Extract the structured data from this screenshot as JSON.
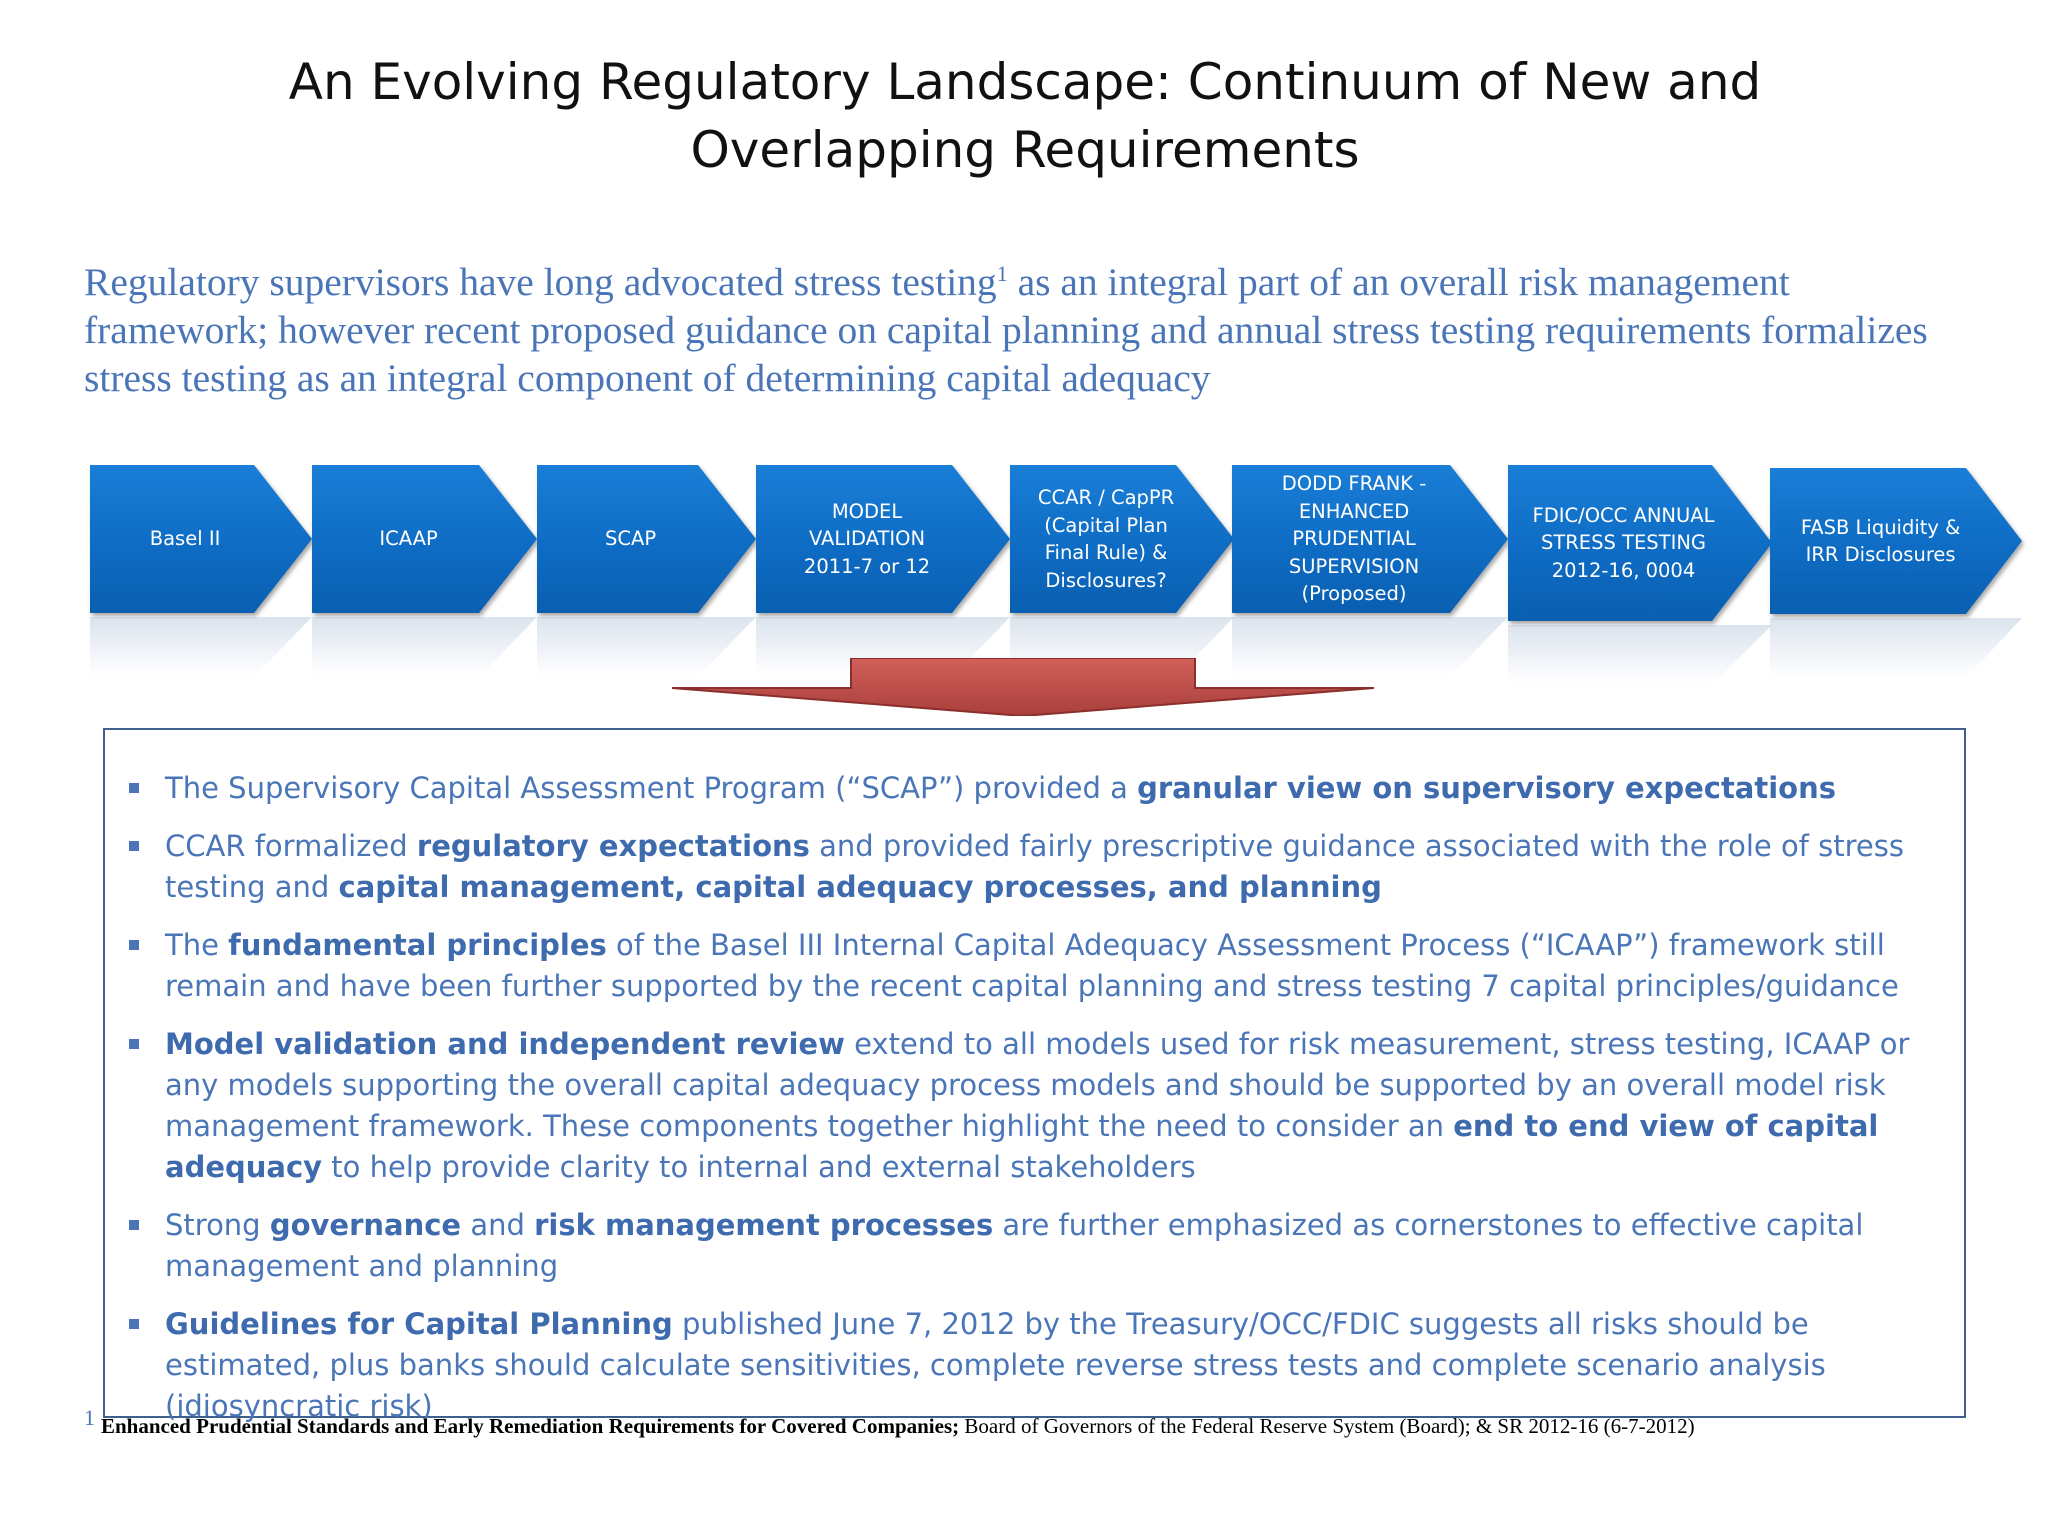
{
  "title": "An Evolving Regulatory Landscape: Continuum of New and Overlapping Requirements",
  "intro": {
    "before_sup": "Regulatory supervisors have long advocated stress testing",
    "sup": "1",
    "after_sup": " as an integral part of an overall risk management framework; however recent proposed guidance on capital planning and annual stress testing requirements formalizes stress testing as an integral component of determining capital adequacy"
  },
  "steps": [
    {
      "label": "Basel II"
    },
    {
      "label": "ICAAP"
    },
    {
      "label": "SCAP"
    },
    {
      "label": "MODEL\nVALIDATION\n2011-7 or 12"
    },
    {
      "label": "CCAR / CapPR\n(Capital Plan\nFinal Rule) &\nDisclosures?"
    },
    {
      "label": "DODD FRANK -\nENHANCED\nPRUDENTIAL\nSUPERVISION\n(Proposed)"
    },
    {
      "label": "FDIC/OCC ANNUAL\nSTRESS TESTING\n2012-16, 0004"
    },
    {
      "label": "FASB Liquidity &\nIRR Disclosures"
    }
  ],
  "colors": {
    "step_blue": "#0e6cc4",
    "arrow_red": "#c0504d",
    "text_blue": "#4a76b8",
    "box_border": "#3f5f8f"
  },
  "bullets": [
    [
      {
        "t": "The Supervisory Capital Assessment Program (“SCAP”) provided a ",
        "b": false
      },
      {
        "t": "granular view on supervisory expectations",
        "b": true
      }
    ],
    [
      {
        "t": "CCAR formalized ",
        "b": false
      },
      {
        "t": "regulatory expectations",
        "b": true
      },
      {
        "t": " and provided fairly prescriptive guidance associated with the role of stress testing and ",
        "b": false
      },
      {
        "t": "capital management, capital adequacy processes, and planning",
        "b": true
      }
    ],
    [
      {
        "t": "The ",
        "b": false
      },
      {
        "t": "fundamental principles",
        "b": true
      },
      {
        "t": " of the Basel III Internal Capital Adequacy Assessment Process (“ICAAP”) framework still remain and have been further supported by the recent capital planning and stress testing 7 capital principles/guidance",
        "b": false
      }
    ],
    [
      {
        "t": "Model validation and independent review",
        "b": true
      },
      {
        "t": " extend to all models used for risk measurement, stress testing, ICAAP or any models supporting the overall capital adequacy process models and should be supported by an overall model risk management framework. These components together highlight the need to consider an ",
        "b": false
      },
      {
        "t": "end to end view of capital adequacy",
        "b": true
      },
      {
        "t": " to help provide clarity to internal and external stakeholders",
        "b": false
      }
    ],
    [
      {
        "t": "Strong ",
        "b": false
      },
      {
        "t": "governance",
        "b": true
      },
      {
        "t": " and  ",
        "b": false
      },
      {
        "t": "risk management  processes",
        "b": true
      },
      {
        "t": " are further emphasized as cornerstones to effective capital management and planning",
        "b": false
      }
    ],
    [
      {
        "t": "Guidelines for Capital Planning",
        "b": true
      },
      {
        "t": " published June 7, 2012 by the Treasury/OCC/FDIC suggests all risks should be estimated, plus banks should calculate sensitivities, complete reverse stress tests and complete scenario analysis (idiosyncratic risk)",
        "b": false
      }
    ]
  ],
  "footnote": {
    "num": "1",
    "bold": "Enhanced Prudential Standards and Early Remediation Requirements for Covered Companies;",
    "rest": " Board of Governors of the  Federal Reserve System (Board); & SR 2012-16 (6-7-2012)"
  }
}
